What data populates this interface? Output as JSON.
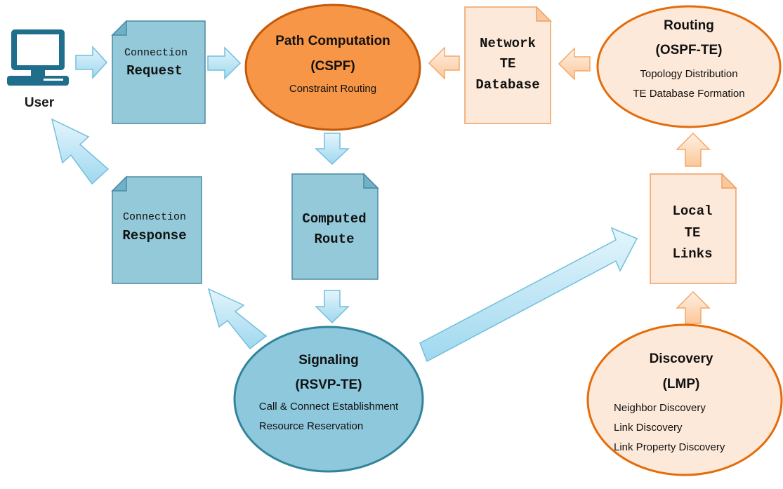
{
  "user": {
    "label": "User",
    "icon": "computer-monitor-icon"
  },
  "connection_request": {
    "line1": "Connection",
    "line2": "Request"
  },
  "path_computation": {
    "title": "Path Computation",
    "subtitle": "(CSPF)",
    "line1": "Constraint Routing"
  },
  "network_te_database": {
    "line1": "Network",
    "line2": "TE",
    "line3": "Database"
  },
  "routing": {
    "title": "Routing",
    "subtitle": "(OSPF-TE)",
    "line1": "Topology Distribution",
    "line2": "TE Database Formation"
  },
  "connection_response": {
    "line1": "Connection",
    "line2": "Response"
  },
  "computed_route": {
    "line1": "Computed",
    "line2": "Route"
  },
  "local_te_links": {
    "line1": "Local",
    "line2": "TE",
    "line3": "Links"
  },
  "signaling": {
    "title": "Signaling",
    "subtitle": "(RSVP-TE)",
    "line1": "Call & Connect Establishment",
    "line2": "Resource Reservation"
  },
  "discovery": {
    "title": "Discovery",
    "subtitle": "(LMP)",
    "line1": "Neighbor Discovery",
    "line2": "Link Discovery",
    "line3": "Link Property Discovery"
  },
  "colors": {
    "blue_doc_fill": "#93c9d9",
    "blue_doc_stroke": "#4a8aa3",
    "orange_fill": "#f79646",
    "orange_stroke": "#e46c0a",
    "peach_fill": "#fde9d9",
    "teal_ellipse_fill": "#8ec8dc",
    "teal_ellipse_stroke": "#31849b",
    "light_blue_arrow": "#b7e3f4",
    "light_orange_arrow": "#fcd5b4"
  }
}
